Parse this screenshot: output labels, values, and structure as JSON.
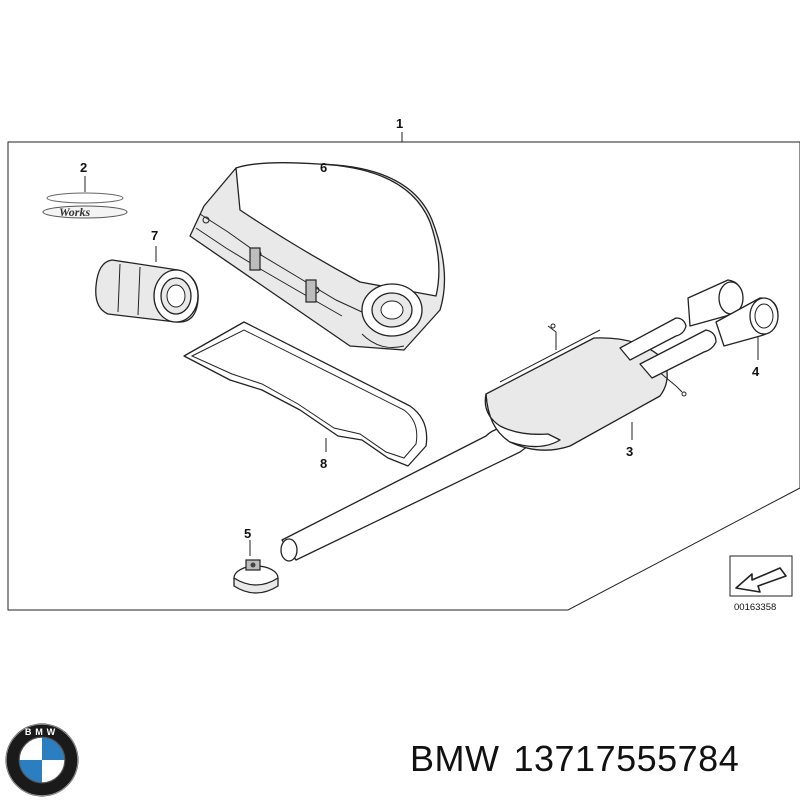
{
  "diagram": {
    "reference_code": "00163358",
    "callouts": {
      "p1": "1",
      "p2": "2",
      "p3": "3",
      "p4": "4",
      "p5": "5",
      "p6": "6",
      "p7": "7",
      "p8": "8"
    },
    "emblem_text": "Works"
  },
  "footer": {
    "brand": "BMW",
    "part_number": "13717555784"
  },
  "logo": {
    "letters": "BMW",
    "colors": {
      "ring": "#1a1a1a",
      "blue": "#2b7fc1",
      "white": "#ffffff"
    }
  }
}
